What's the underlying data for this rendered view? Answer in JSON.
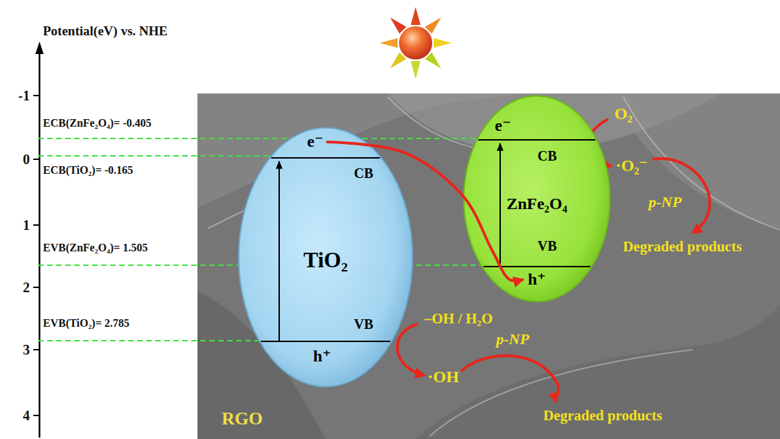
{
  "diagram": {
    "nodes": [
      {
        "text": [
          "RGO"
        ]
      },
      {
        "text": [
          "e⁻",
          "CB",
          "TiO₂",
          "VB",
          "h⁺"
        ],
        "in": 0
      },
      {
        "text": [
          "e⁻",
          "CB",
          "ZnFe₂O₄",
          "VB",
          "h⁺"
        ],
        "in": 0
      }
    ],
    "edges": [
      {
        "from": 1,
        "to": 2,
        "arrow": "to"
      }
    ],
    "labels": [
      "Potential(eV) vs. NHE",
      "-1",
      "0",
      "1",
      "2",
      "3",
      "4",
      "ECB(ZnFe₂O₄)= -0.405",
      "ECB(TiO₂)= -0.165",
      "EVB(ZnFe₂O₄)= 1.505",
      "EVB(TiO₂)= 2.785",
      "O₂",
      "·O₂⁻",
      "p-NP",
      "Degraded products",
      "–OH / H₂O",
      "·OH",
      "p-NP",
      "Degraded products"
    ]
  }
}
